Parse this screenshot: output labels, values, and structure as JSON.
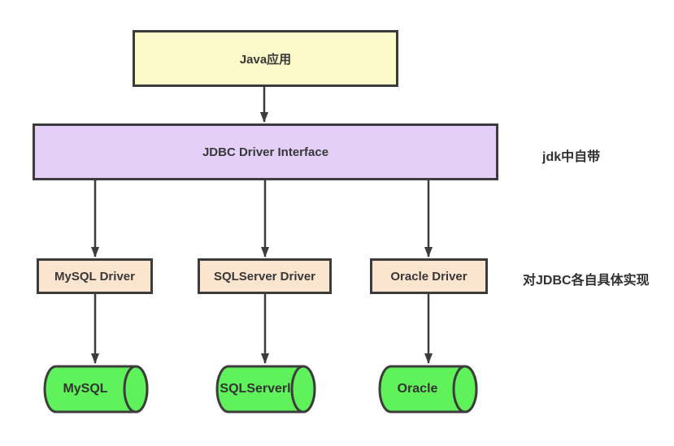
{
  "diagram": {
    "nodes": {
      "java_app": {
        "label": "Java应用"
      },
      "jdbc_interface": {
        "label": "JDBC Driver Interface"
      },
      "drivers": [
        {
          "label": "MySQL Driver"
        },
        {
          "label": "SQLServer Driver"
        },
        {
          "label": "Oracle Driver"
        }
      ],
      "databases": [
        {
          "label": "MySQL"
        },
        {
          "label": "SQLServerl"
        },
        {
          "label": "Oracle"
        }
      ]
    },
    "annotations": {
      "jdk_builtin": "jdk中自带",
      "impl_note": "对JDBC各自具体实现"
    },
    "colors": {
      "app_fill": "#fcfac9",
      "interface_fill": "#e3cff8",
      "driver_fill": "#fbe5ce",
      "database_fill": "#5ff25a",
      "stroke": "#3c3c3c",
      "text": "#383838"
    }
  }
}
